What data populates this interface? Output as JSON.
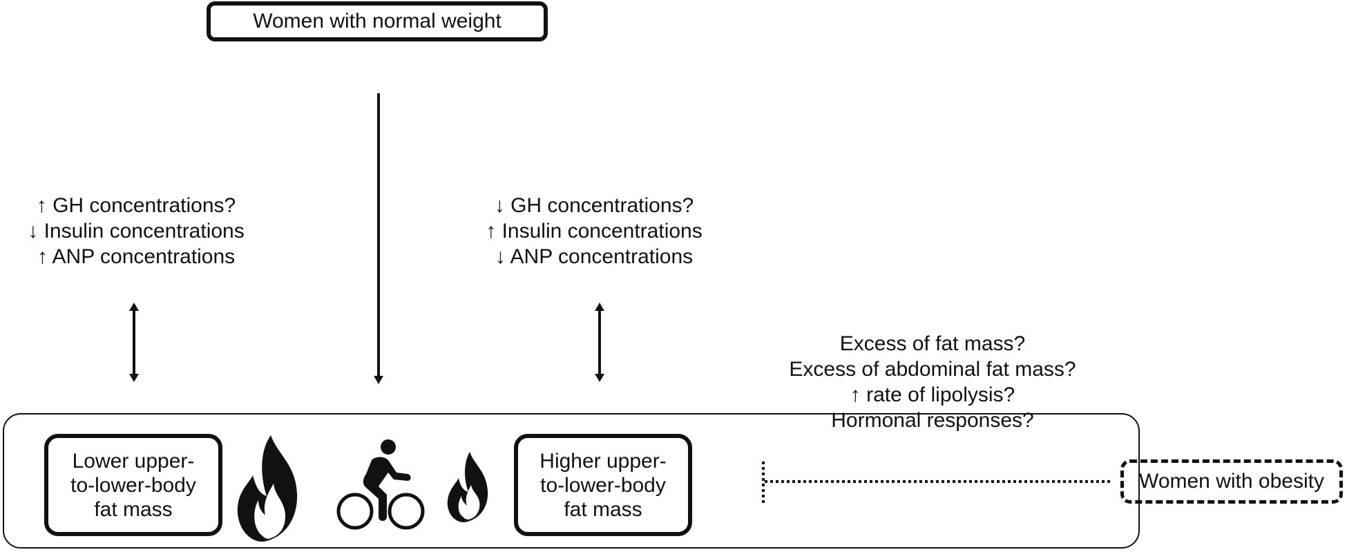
{
  "top_box": {
    "label": "Women with normal weight"
  },
  "left_modulators": [
    "↑ GH concentrations?",
    "↓ Insulin concentrations",
    "↑ ANP concentrations"
  ],
  "right_modulators": [
    "↓ GH concentrations?",
    "↑ Insulin concentrations",
    "↓ ANP concentrations"
  ],
  "questions": [
    "Excess of fat mass?",
    "Excess of abdominal fat mass?",
    "↑ rate of lipolysis?",
    "Hormonal responses?"
  ],
  "lower_box": {
    "label": "Lower upper-to-lower-body fat mass"
  },
  "higher_box": {
    "label": "Higher upper-to-lower-body fat mass"
  },
  "obesity_box": {
    "label": "Women with obesity"
  },
  "icons": {
    "large_flame": "flame-icon",
    "cyclist": "cyclist-icon",
    "small_flame": "flame-icon"
  }
}
